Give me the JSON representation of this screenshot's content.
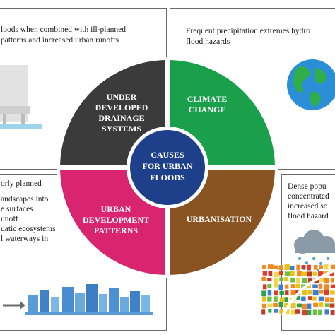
{
  "boxes": {
    "top_left": [
      "loods when combined with ill-planned",
      "patterns and increased urban runoffs"
    ],
    "top_right": [
      "Frequent precipitation extremes hydro",
      "flood hazards"
    ],
    "bottom_left": [
      "orly planned",
      "andscapes into",
      "e surfaces",
      "unoff",
      "uatic ecosystems",
      "l waterways in"
    ],
    "bottom_right": [
      "Dense popu",
      "concentrated",
      "increased so",
      "flood hazard"
    ]
  },
  "center": {
    "lines": [
      "CAUSES",
      "FOR URBAN",
      "FLOODS"
    ]
  },
  "quadrants": {
    "underdeveloped": [
      "UNDER",
      "DEVELOPED",
      "DRAINAGE",
      "SYSTEMS"
    ],
    "climate": [
      "CLIMATE",
      "CHANGE"
    ],
    "development": [
      "URBAN",
      "DEVELOPMENT",
      "PATTERNS"
    ],
    "urbanisation": [
      "URBANISATION"
    ]
  },
  "colors": {
    "underdeveloped": "#3b3b3b",
    "climate": "#1aa04a",
    "development": "#d9256f",
    "urbanisation": "#8a5422",
    "center": "#1e3f8a",
    "border": "#6b6b6b"
  }
}
